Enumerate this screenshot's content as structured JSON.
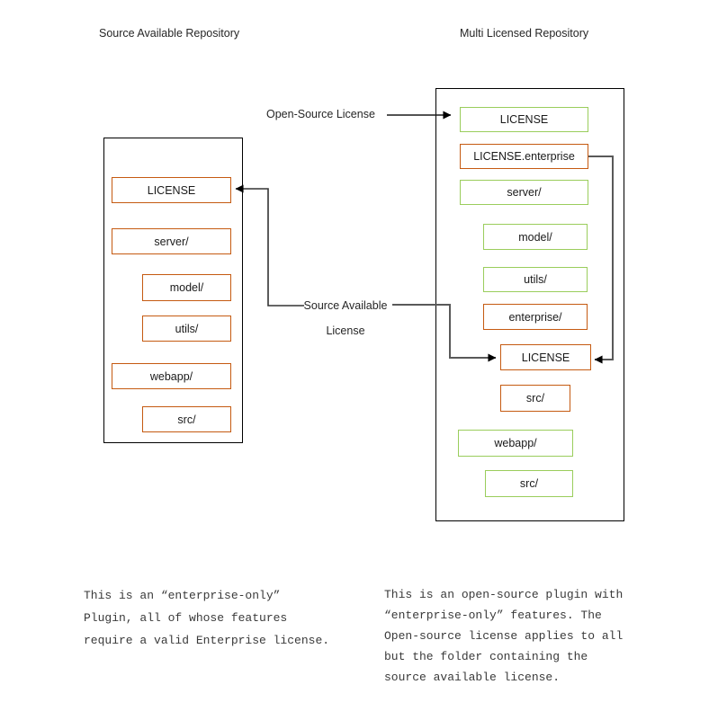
{
  "diagram": {
    "left_repo": {
      "title": "Source Available Repository",
      "items": [
        {
          "label": "LICENSE",
          "license": "source-available",
          "color": "#C55A11"
        },
        {
          "label": "server/",
          "license": "source-available",
          "color": "#C55A11"
        },
        {
          "label": "model/",
          "license": "source-available",
          "color": "#C55A11"
        },
        {
          "label": "utils/",
          "license": "source-available",
          "color": "#C55A11"
        },
        {
          "label": "webapp/",
          "license": "source-available",
          "color": "#C55A11"
        },
        {
          "label": "src/",
          "license": "source-available",
          "color": "#C55A11"
        }
      ],
      "note": "This is an “enterprise-only”\nPlugin, all of whose features\nrequire a valid Enterprise license."
    },
    "right_repo": {
      "title": "Multi Licensed Repository",
      "items": [
        {
          "label": "LICENSE",
          "license": "open-source",
          "color": "#9ACD5C"
        },
        {
          "label": "LICENSE.enterprise",
          "license": "source-available",
          "color": "#C55A11"
        },
        {
          "label": "server/",
          "license": "open-source",
          "color": "#9ACD5C"
        },
        {
          "label": "model/",
          "license": "open-source",
          "color": "#9ACD5C"
        },
        {
          "label": "utils/",
          "license": "open-source",
          "color": "#9ACD5C"
        },
        {
          "label": "enterprise/",
          "license": "source-available",
          "color": "#C55A11"
        },
        {
          "label": "LICENSE",
          "license": "source-available",
          "color": "#C55A11"
        },
        {
          "label": "src/",
          "license": "source-available",
          "color": "#C55A11"
        },
        {
          "label": "webapp/",
          "license": "open-source",
          "color": "#9ACD5C"
        },
        {
          "label": "src/",
          "license": "open-source",
          "color": "#9ACD5C"
        }
      ],
      "note": "This is an open-source plugin with\n“enterprise-only” features. The\nOpen-source license applies to all\nbut the folder containing the\nsource available license."
    },
    "connector_labels": {
      "open_source": "Open-Source License",
      "source_available": "Source Available\nLicense"
    },
    "colors": {
      "orange": "#C55A11",
      "green": "#9ACD5C",
      "line_gray": "#595959",
      "line_dark": "#333333",
      "container_border": "#000000"
    }
  }
}
